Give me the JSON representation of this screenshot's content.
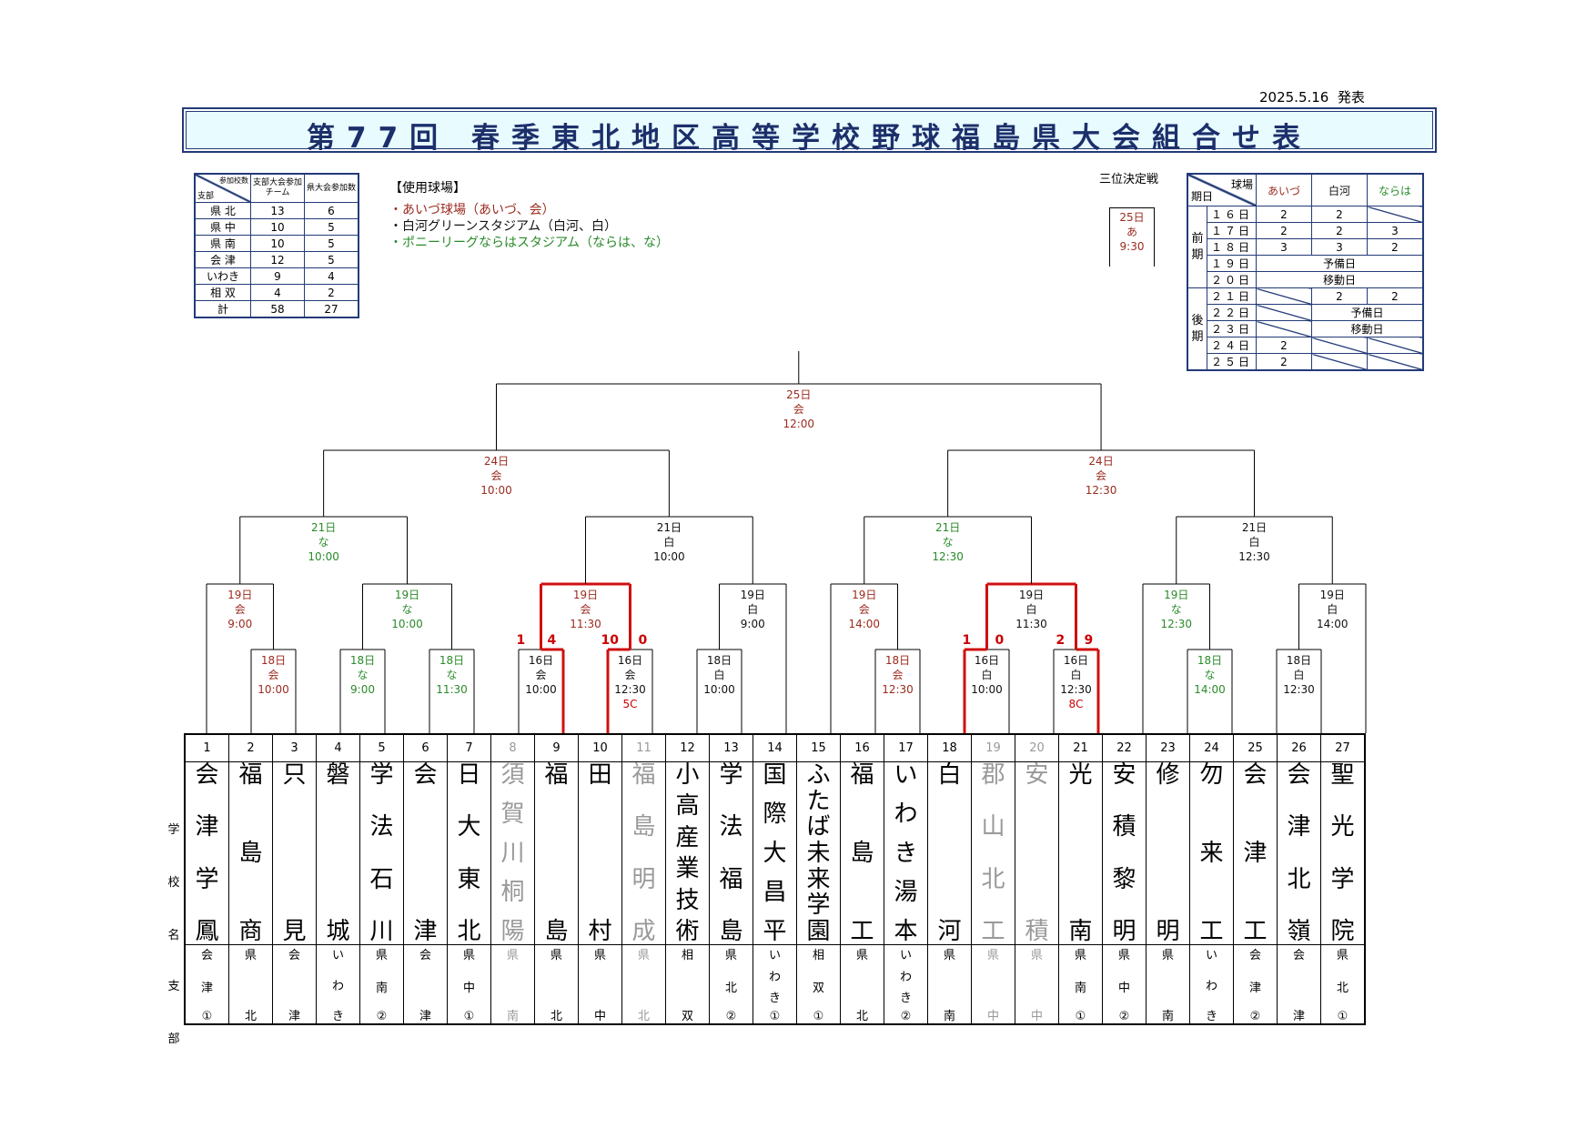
{
  "publication": {
    "date": "2025.5.16",
    "suffix": "発表"
  },
  "title": "第77回 春季東北地区高等学校野球福島県大会組合せ表",
  "branch_table": {
    "header_diag_top": "参加校数",
    "header_diag_bottom": "支部",
    "col1": "支部大会参加チーム",
    "col2": "県大会参加数",
    "rows": [
      {
        "branch": "県 北",
        "teams": "13",
        "entries": "6"
      },
      {
        "branch": "県 中",
        "teams": "10",
        "entries": "5"
      },
      {
        "branch": "県 南",
        "teams": "10",
        "entries": "5"
      },
      {
        "branch": "会 津",
        "teams": "12",
        "entries": "5"
      },
      {
        "branch": "いわき",
        "teams": "9",
        "entries": "4"
      },
      {
        "branch": "相 双",
        "teams": "4",
        "entries": "2"
      }
    ],
    "total": {
      "label": "計",
      "teams": "58",
      "entries": "27"
    }
  },
  "venue_legend": {
    "title": "【使用球場】",
    "items": [
      {
        "text": "・あいづ球場（あいづ、会）",
        "color": "#9a2b1e"
      },
      {
        "text": "・白河グリーンスタジアム（白河、白）",
        "color": "#111111"
      },
      {
        "text": "・ポニーリーグならはスタジアム（ならは、な）",
        "color": "#2a8a2a"
      }
    ]
  },
  "third_place": {
    "label": "三位決定戦",
    "day": "25日",
    "venue": "あ",
    "time": "9:30"
  },
  "venue_table": {
    "header_top": "球場",
    "header_bottom": "期日",
    "venues": [
      "あいづ",
      "白河",
      "ならは"
    ],
    "early_label": "前期",
    "late_label": "後期",
    "early": [
      {
        "day": "１６日",
        "aizu": "2",
        "shira": "2",
        "nara": "/"
      },
      {
        "day": "１７日",
        "aizu": "2",
        "shira": "2",
        "nara": "3"
      },
      {
        "day": "１８日",
        "aizu": "3",
        "shira": "3",
        "nara": "2"
      },
      {
        "day": "１９日",
        "span": "予備日"
      },
      {
        "day": "２０日",
        "span": "移動日"
      }
    ],
    "late": [
      {
        "day": "２１日",
        "aizu": "/",
        "shira": "2",
        "nara": "2"
      },
      {
        "day": "２２日",
        "aizu": "/",
        "span2": "予備日"
      },
      {
        "day": "２３日",
        "aizu": "/",
        "span2": "移動日"
      },
      {
        "day": "２４日",
        "aizu": "2",
        "shira": "/",
        "nara": "/"
      },
      {
        "day": "２５日",
        "aizu": "2",
        "shira": "/",
        "nara": "/"
      }
    ]
  },
  "side_labels": {
    "school": "学校名",
    "branch": "支部"
  },
  "matches": [
    {
      "day": "16日",
      "venue": "会",
      "time": "10:00",
      "color": "#111111"
    },
    {
      "day": "16日",
      "venue": "会",
      "time": "12:30",
      "note": "5C",
      "color": "#111111"
    },
    {
      "day": "16日",
      "venue": "白",
      "time": "10:00",
      "color": "#111111"
    },
    {
      "day": "16日",
      "venue": "白",
      "time": "12:30",
      "note": "8C",
      "color": "#111111"
    },
    {
      "day": "18日",
      "venue": "会",
      "time": "10:00",
      "color": "#9a2b1e"
    },
    {
      "day": "18日",
      "venue": "な",
      "time": "9:00",
      "color": "#2a8a2a"
    },
    {
      "day": "18日",
      "venue": "な",
      "time": "11:30",
      "color": "#2a8a2a"
    },
    {
      "day": "18日",
      "venue": "白",
      "time": "10:00",
      "color": "#111111"
    },
    {
      "day": "18日",
      "venue": "会",
      "time": "12:30",
      "color": "#9a2b1e"
    },
    {
      "day": "18日",
      "venue": "な",
      "time": "14:00",
      "color": "#2a8a2a"
    },
    {
      "day": "18日",
      "venue": "白",
      "time": "12:30",
      "color": "#111111"
    },
    {
      "day": "19日",
      "venue": "会",
      "time": "9:00",
      "color": "#9a2b1e"
    },
    {
      "day": "19日",
      "venue": "な",
      "time": "10:00",
      "color": "#2a8a2a"
    },
    {
      "day": "19日",
      "venue": "会",
      "time": "11:30",
      "color": "#9a2b1e"
    },
    {
      "day": "19日",
      "venue": "白",
      "time": "9:00",
      "color": "#111111"
    },
    {
      "day": "19日",
      "venue": "会",
      "time": "14:00",
      "color": "#9a2b1e"
    },
    {
      "day": "19日",
      "venue": "白",
      "time": "11:30",
      "color": "#111111"
    },
    {
      "day": "19日",
      "venue": "な",
      "time": "12:30",
      "color": "#2a8a2a"
    },
    {
      "day": "19日",
      "venue": "白",
      "time": "14:00",
      "color": "#111111"
    },
    {
      "day": "21日",
      "venue": "な",
      "time": "10:00",
      "color": "#2a8a2a"
    },
    {
      "day": "21日",
      "venue": "白",
      "time": "10:00",
      "color": "#111111"
    },
    {
      "day": "21日",
      "venue": "な",
      "time": "12:30",
      "color": "#2a8a2a"
    },
    {
      "day": "21日",
      "venue": "白",
      "time": "12:30",
      "color": "#111111"
    },
    {
      "day": "24日",
      "venue": "会",
      "time": "10:00",
      "color": "#9a2b1e"
    },
    {
      "day": "24日",
      "venue": "会",
      "time": "12:30",
      "color": "#9a2b1e"
    },
    {
      "day": "25日",
      "venue": "会",
      "time": "12:00",
      "color": "#9a2b1e"
    }
  ],
  "scores": [
    "1",
    "4",
    "10",
    "0",
    "1",
    "0",
    "2",
    "9"
  ],
  "schools": [
    {
      "no": "1",
      "name": [
        "会",
        "津",
        "学",
        "鳳"
      ],
      "branch": [
        "会",
        "津",
        "①"
      ],
      "out": false
    },
    {
      "no": "2",
      "name": [
        "福",
        "島",
        "商"
      ],
      "branch": [
        "県",
        "北"
      ],
      "out": false
    },
    {
      "no": "3",
      "name": [
        "只",
        "見"
      ],
      "branch": [
        "会",
        "津"
      ],
      "out": false
    },
    {
      "no": "4",
      "name": [
        "磐",
        "城"
      ],
      "branch": [
        "い",
        "わ",
        "き"
      ],
      "out": false
    },
    {
      "no": "5",
      "name": [
        "学",
        "法",
        "石",
        "川"
      ],
      "branch": [
        "県",
        "南",
        "②"
      ],
      "out": false
    },
    {
      "no": "6",
      "name": [
        "会",
        "津"
      ],
      "branch": [
        "会",
        "津"
      ],
      "out": false
    },
    {
      "no": "7",
      "name": [
        "日",
        "大",
        "東",
        "北"
      ],
      "branch": [
        "県",
        "中",
        "①"
      ],
      "out": false
    },
    {
      "no": "8",
      "name": [
        "須",
        "賀",
        "川",
        "桐",
        "陽"
      ],
      "branch": [
        "県",
        "南"
      ],
      "out": true
    },
    {
      "no": "9",
      "name": [
        "福",
        "島"
      ],
      "branch": [
        "県",
        "北"
      ],
      "out": false
    },
    {
      "no": "10",
      "name": [
        "田",
        "村"
      ],
      "branch": [
        "県",
        "中"
      ],
      "out": false
    },
    {
      "no": "11",
      "name": [
        "福",
        "島",
        "明",
        "成"
      ],
      "branch": [
        "県",
        "北"
      ],
      "out": true
    },
    {
      "no": "12",
      "name": [
        "小",
        "高",
        "産",
        "業",
        "技",
        "術"
      ],
      "branch": [
        "相",
        "双"
      ],
      "out": false
    },
    {
      "no": "13",
      "name": [
        "学",
        "法",
        "福",
        "島"
      ],
      "branch": [
        "県",
        "北",
        "②"
      ],
      "out": false
    },
    {
      "no": "14",
      "name": [
        "国",
        "際",
        "大",
        "昌",
        "平"
      ],
      "branch": [
        "い",
        "わ",
        "き",
        "①"
      ],
      "out": false
    },
    {
      "no": "15",
      "name": [
        "ふ",
        "た",
        "ば",
        "未",
        "来",
        "学",
        "園"
      ],
      "branch": [
        "相",
        "双",
        "①"
      ],
      "out": false
    },
    {
      "no": "16",
      "name": [
        "福",
        "島",
        "工"
      ],
      "branch": [
        "県",
        "北"
      ],
      "out": false
    },
    {
      "no": "17",
      "name": [
        "い",
        "わ",
        "き",
        "湯",
        "本"
      ],
      "branch": [
        "い",
        "わ",
        "き",
        "②"
      ],
      "out": false
    },
    {
      "no": "18",
      "name": [
        "白",
        "河"
      ],
      "branch": [
        "県",
        "南"
      ],
      "out": false
    },
    {
      "no": "19",
      "name": [
        "郡",
        "山",
        "北",
        "工"
      ],
      "branch": [
        "県",
        "中"
      ],
      "out": true
    },
    {
      "no": "20",
      "name": [
        "安",
        "積"
      ],
      "branch": [
        "県",
        "中"
      ],
      "out": true
    },
    {
      "no": "21",
      "name": [
        "光",
        "南"
      ],
      "branch": [
        "県",
        "南",
        "①"
      ],
      "out": false
    },
    {
      "no": "22",
      "name": [
        "安",
        "積",
        "黎",
        "明"
      ],
      "branch": [
        "県",
        "中",
        "②"
      ],
      "out": false
    },
    {
      "no": "23",
      "name": [
        "修",
        "明"
      ],
      "branch": [
        "県",
        "南"
      ],
      "out": false
    },
    {
      "no": "24",
      "name": [
        "勿",
        "来",
        "工"
      ],
      "branch": [
        "い",
        "わ",
        "き"
      ],
      "out": false
    },
    {
      "no": "25",
      "name": [
        "会",
        "津",
        "工"
      ],
      "branch": [
        "会",
        "津",
        "②"
      ],
      "out": false
    },
    {
      "no": "26",
      "name": [
        "会",
        "津",
        "北",
        "嶺"
      ],
      "branch": [
        "会",
        "津"
      ],
      "out": false
    },
    {
      "no": "27",
      "name": [
        "聖",
        "光",
        "学",
        "院"
      ],
      "branch": [
        "県",
        "北",
        "①"
      ],
      "out": false
    }
  ]
}
